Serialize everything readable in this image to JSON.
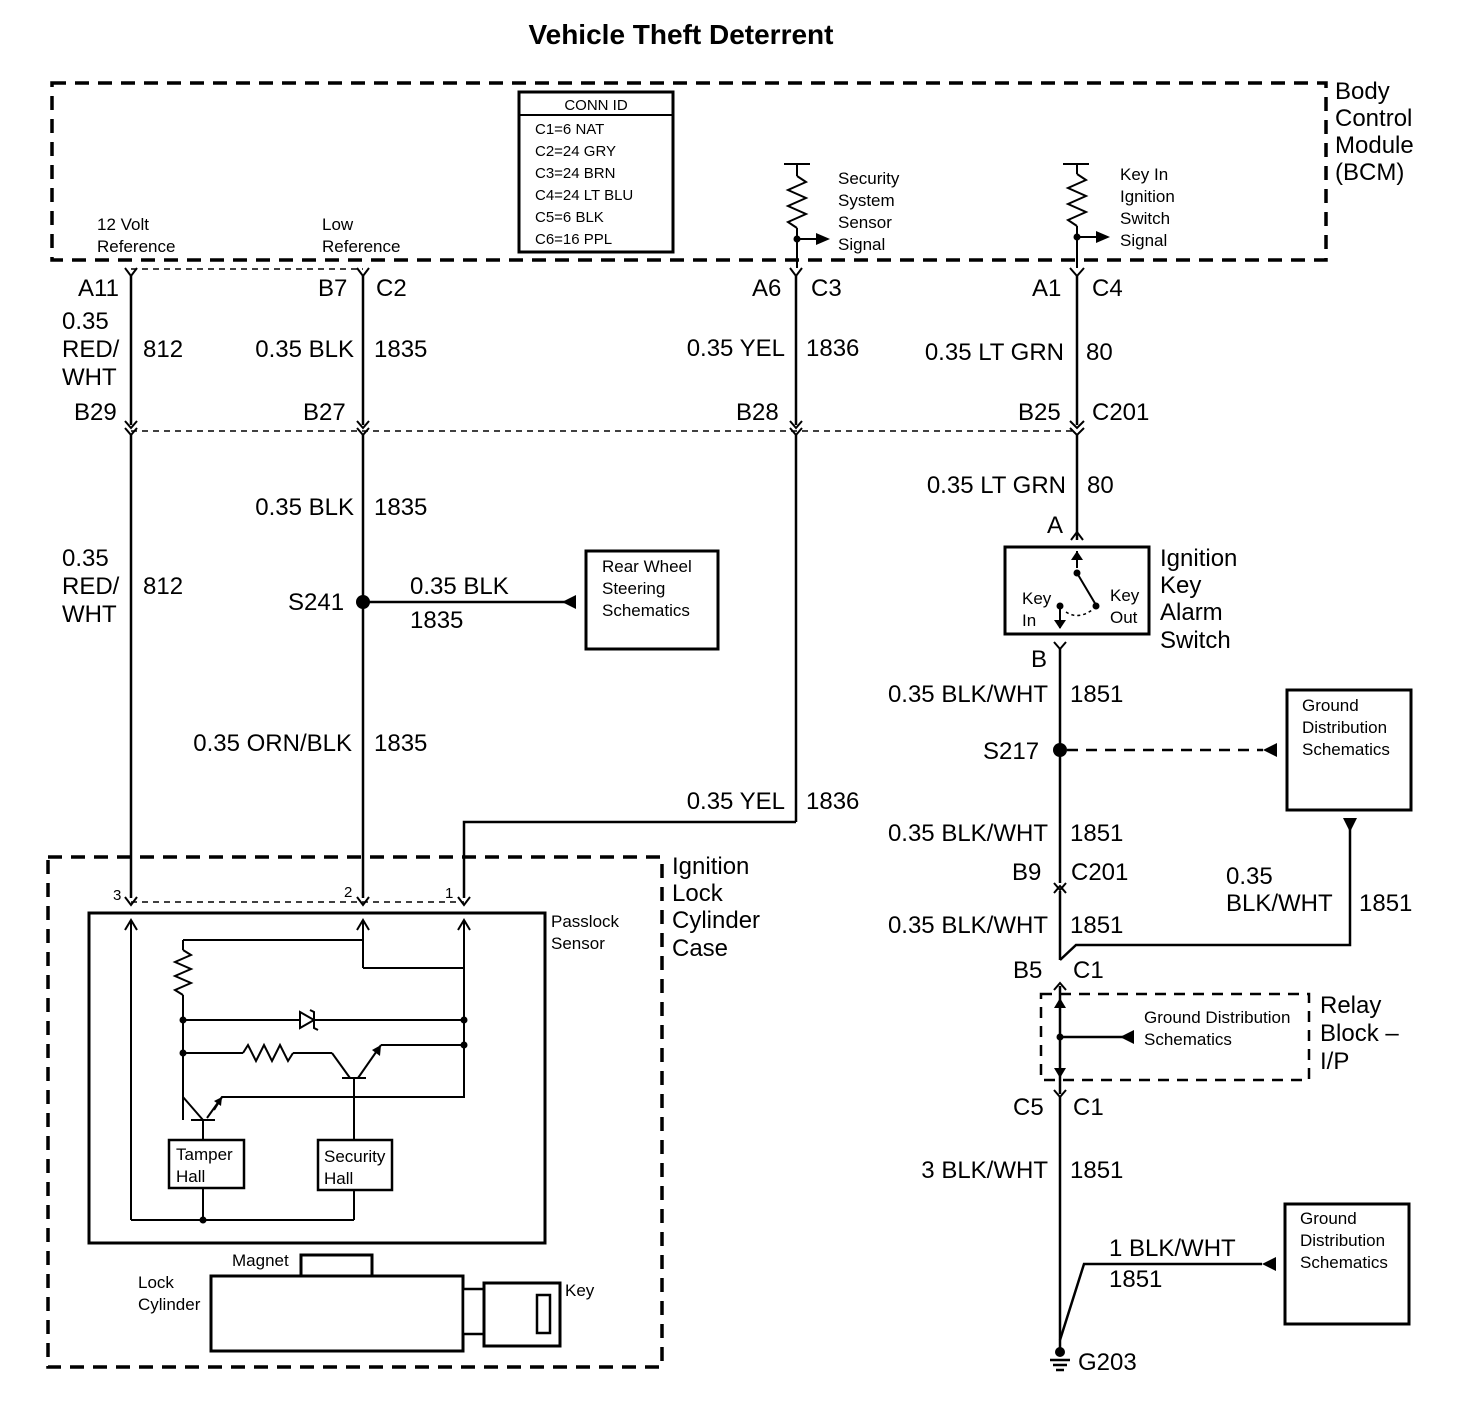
{
  "title": "Vehicle Theft Deterrent",
  "bcm": {
    "label": [
      "Body",
      "Control",
      "Module",
      "(BCM)"
    ],
    "conn_id": {
      "header": "CONN ID",
      "rows": [
        "C1=6 NAT",
        "C2=24 GRY",
        "C3=24 BRN",
        "C4=24 LT BLU",
        "C5=6 BLK",
        "C6=16 PPL"
      ]
    },
    "circuits": {
      "ref12v": [
        "12 Volt",
        "Reference"
      ],
      "lowref": [
        "Low",
        "Reference"
      ],
      "security": [
        "Security",
        "System",
        "Sensor",
        "Signal"
      ],
      "keyin": [
        "Key In",
        "Ignition",
        "Switch",
        "Signal"
      ]
    }
  },
  "pins": {
    "a11": "A11",
    "b7": "B7",
    "c2": "C2",
    "a6": "A6",
    "c3": "C3",
    "a1": "A1",
    "c4": "C4",
    "b29": "B29",
    "b27": "B27",
    "b28": "B28",
    "b25": "B25",
    "c201_top": "C201",
    "a": "A",
    "b": "B",
    "b9": "B9",
    "c201_mid": "C201",
    "b5": "B5",
    "c1_top": "C1",
    "c5": "C5",
    "c1_bot": "C1",
    "pin3": "3",
    "pin2": "2",
    "pin1": "1"
  },
  "wires": {
    "w812_top": [
      "0.35",
      "RED/",
      "WHT"
    ],
    "w812_top_num": "812",
    "w1835_top": "0.35 BLK",
    "w1835_top_num": "1835",
    "w1836_top": "0.35 YEL",
    "w1836_top_num": "1836",
    "w80_top": "0.35 LT GRN",
    "w80_top_num": "80",
    "w80_mid": "0.35 LT GRN",
    "w80_mid_num": "80",
    "w1835_mid": "0.35 BLK",
    "w1835_mid_num": "1835",
    "w812_mid": [
      "0.35",
      "RED/",
      "WHT"
    ],
    "w812_mid_num": "812",
    "w1835_branch": "0.35 BLK",
    "w1835_branch_num": "1835",
    "w1835_orn": "0.35 ORN/BLK",
    "w1835_orn_num": "1835",
    "w1836_low": "0.35 YEL",
    "w1836_low_num": "1836",
    "w1851_a": "0.35 BLK/WHT",
    "w1851_a_num": "1851",
    "w1851_b": "0.35 BLK/WHT",
    "w1851_b_num": "1851",
    "w1851_c": "0.35 BLK/WHT",
    "w1851_c_num": "1851",
    "w1851_gd": [
      "0.35",
      "BLK/WHT"
    ],
    "w1851_gd_num": "1851",
    "w1851_d": "3 BLK/WHT",
    "w1851_d_num": "1851",
    "w1851_e": "1 BLK/WHT",
    "w1851_e_num": "1851"
  },
  "splices": {
    "s241": "S241",
    "s217": "S217",
    "g203": "G203"
  },
  "boxes": {
    "rear_wheel": [
      "Rear Wheel",
      "Steering",
      "Schematics"
    ],
    "ground_dist_1": [
      "Ground",
      "Distribution",
      "Schematics"
    ],
    "ground_dist_relay": [
      "Ground Distribution",
      "Schematics"
    ],
    "ground_dist_2": [
      "Ground",
      "Distribution",
      "Schematics"
    ]
  },
  "switch": {
    "label": [
      "Ignition",
      "Key",
      "Alarm",
      "Switch"
    ],
    "key_in": [
      "Key",
      "In"
    ],
    "key_out": [
      "Key",
      "Out"
    ]
  },
  "relay_block": [
    "Relay",
    "Block –",
    "I/P"
  ],
  "lock_case": {
    "label": [
      "Ignition",
      "Lock",
      "Cylinder",
      "Case"
    ],
    "passlock": [
      "Passlock",
      "Sensor"
    ],
    "tamper": [
      "Tamper",
      "Hall"
    ],
    "security": [
      "Security",
      "Hall"
    ],
    "magnet": "Magnet",
    "lock_cylinder": [
      "Lock",
      "Cylinder"
    ],
    "key": "Key"
  }
}
